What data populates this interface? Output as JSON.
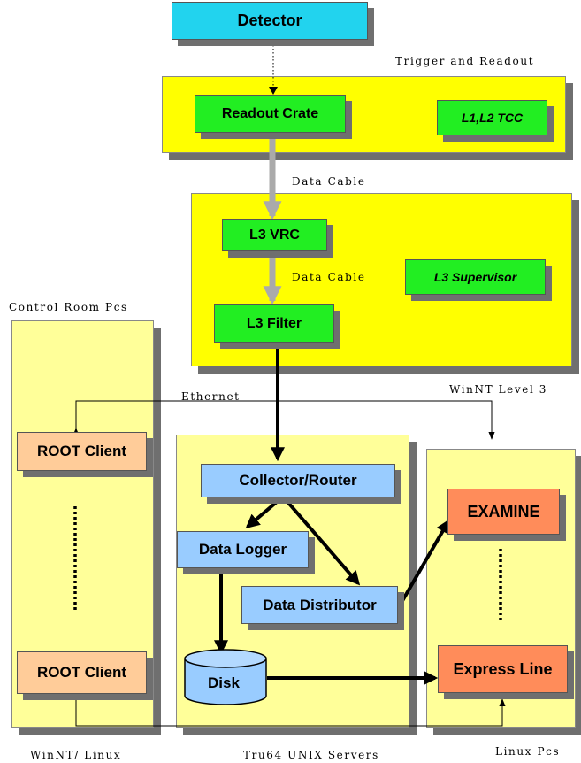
{
  "nodes": {
    "detector": "Detector",
    "readout_crate": "Readout Crate",
    "l1l2_tcc": "L1,L2 TCC",
    "l3_vrc": "L3 VRC",
    "l3_supervisor": "L3 Supervisor",
    "l3_filter": "L3 Filter",
    "root_client_top": "ROOT Client",
    "root_client_bottom": "ROOT Client",
    "collector_router": "Collector/Router",
    "data_logger": "Data Logger",
    "data_distributor": "Data Distributor",
    "disk": "Disk",
    "examine": "EXAMINE",
    "express_line": "Express Line"
  },
  "labels": {
    "trigger_readout": "Trigger and Readout",
    "data_cable_1": "Data Cable",
    "data_cable_2": "Data Cable",
    "control_room": "Control Room Pcs",
    "winnt_level3": "WinNT Level 3",
    "ethernet": "Ethernet",
    "winnt_linux": "WinNT/ Linux",
    "tru64": "Tru64 UNIX Servers",
    "linux_pcs": "Linux Pcs"
  },
  "colors": {
    "detector": "#22d3ee",
    "trigger_panel": "#ffff00",
    "green_nodes": "#22ee22",
    "blue_nodes": "#99ccff",
    "orange_nodes": "#ff8c5a",
    "peach_nodes": "#ffcc99",
    "pale_panels": "#ffff99",
    "data_cable": "#aaaaaa"
  }
}
